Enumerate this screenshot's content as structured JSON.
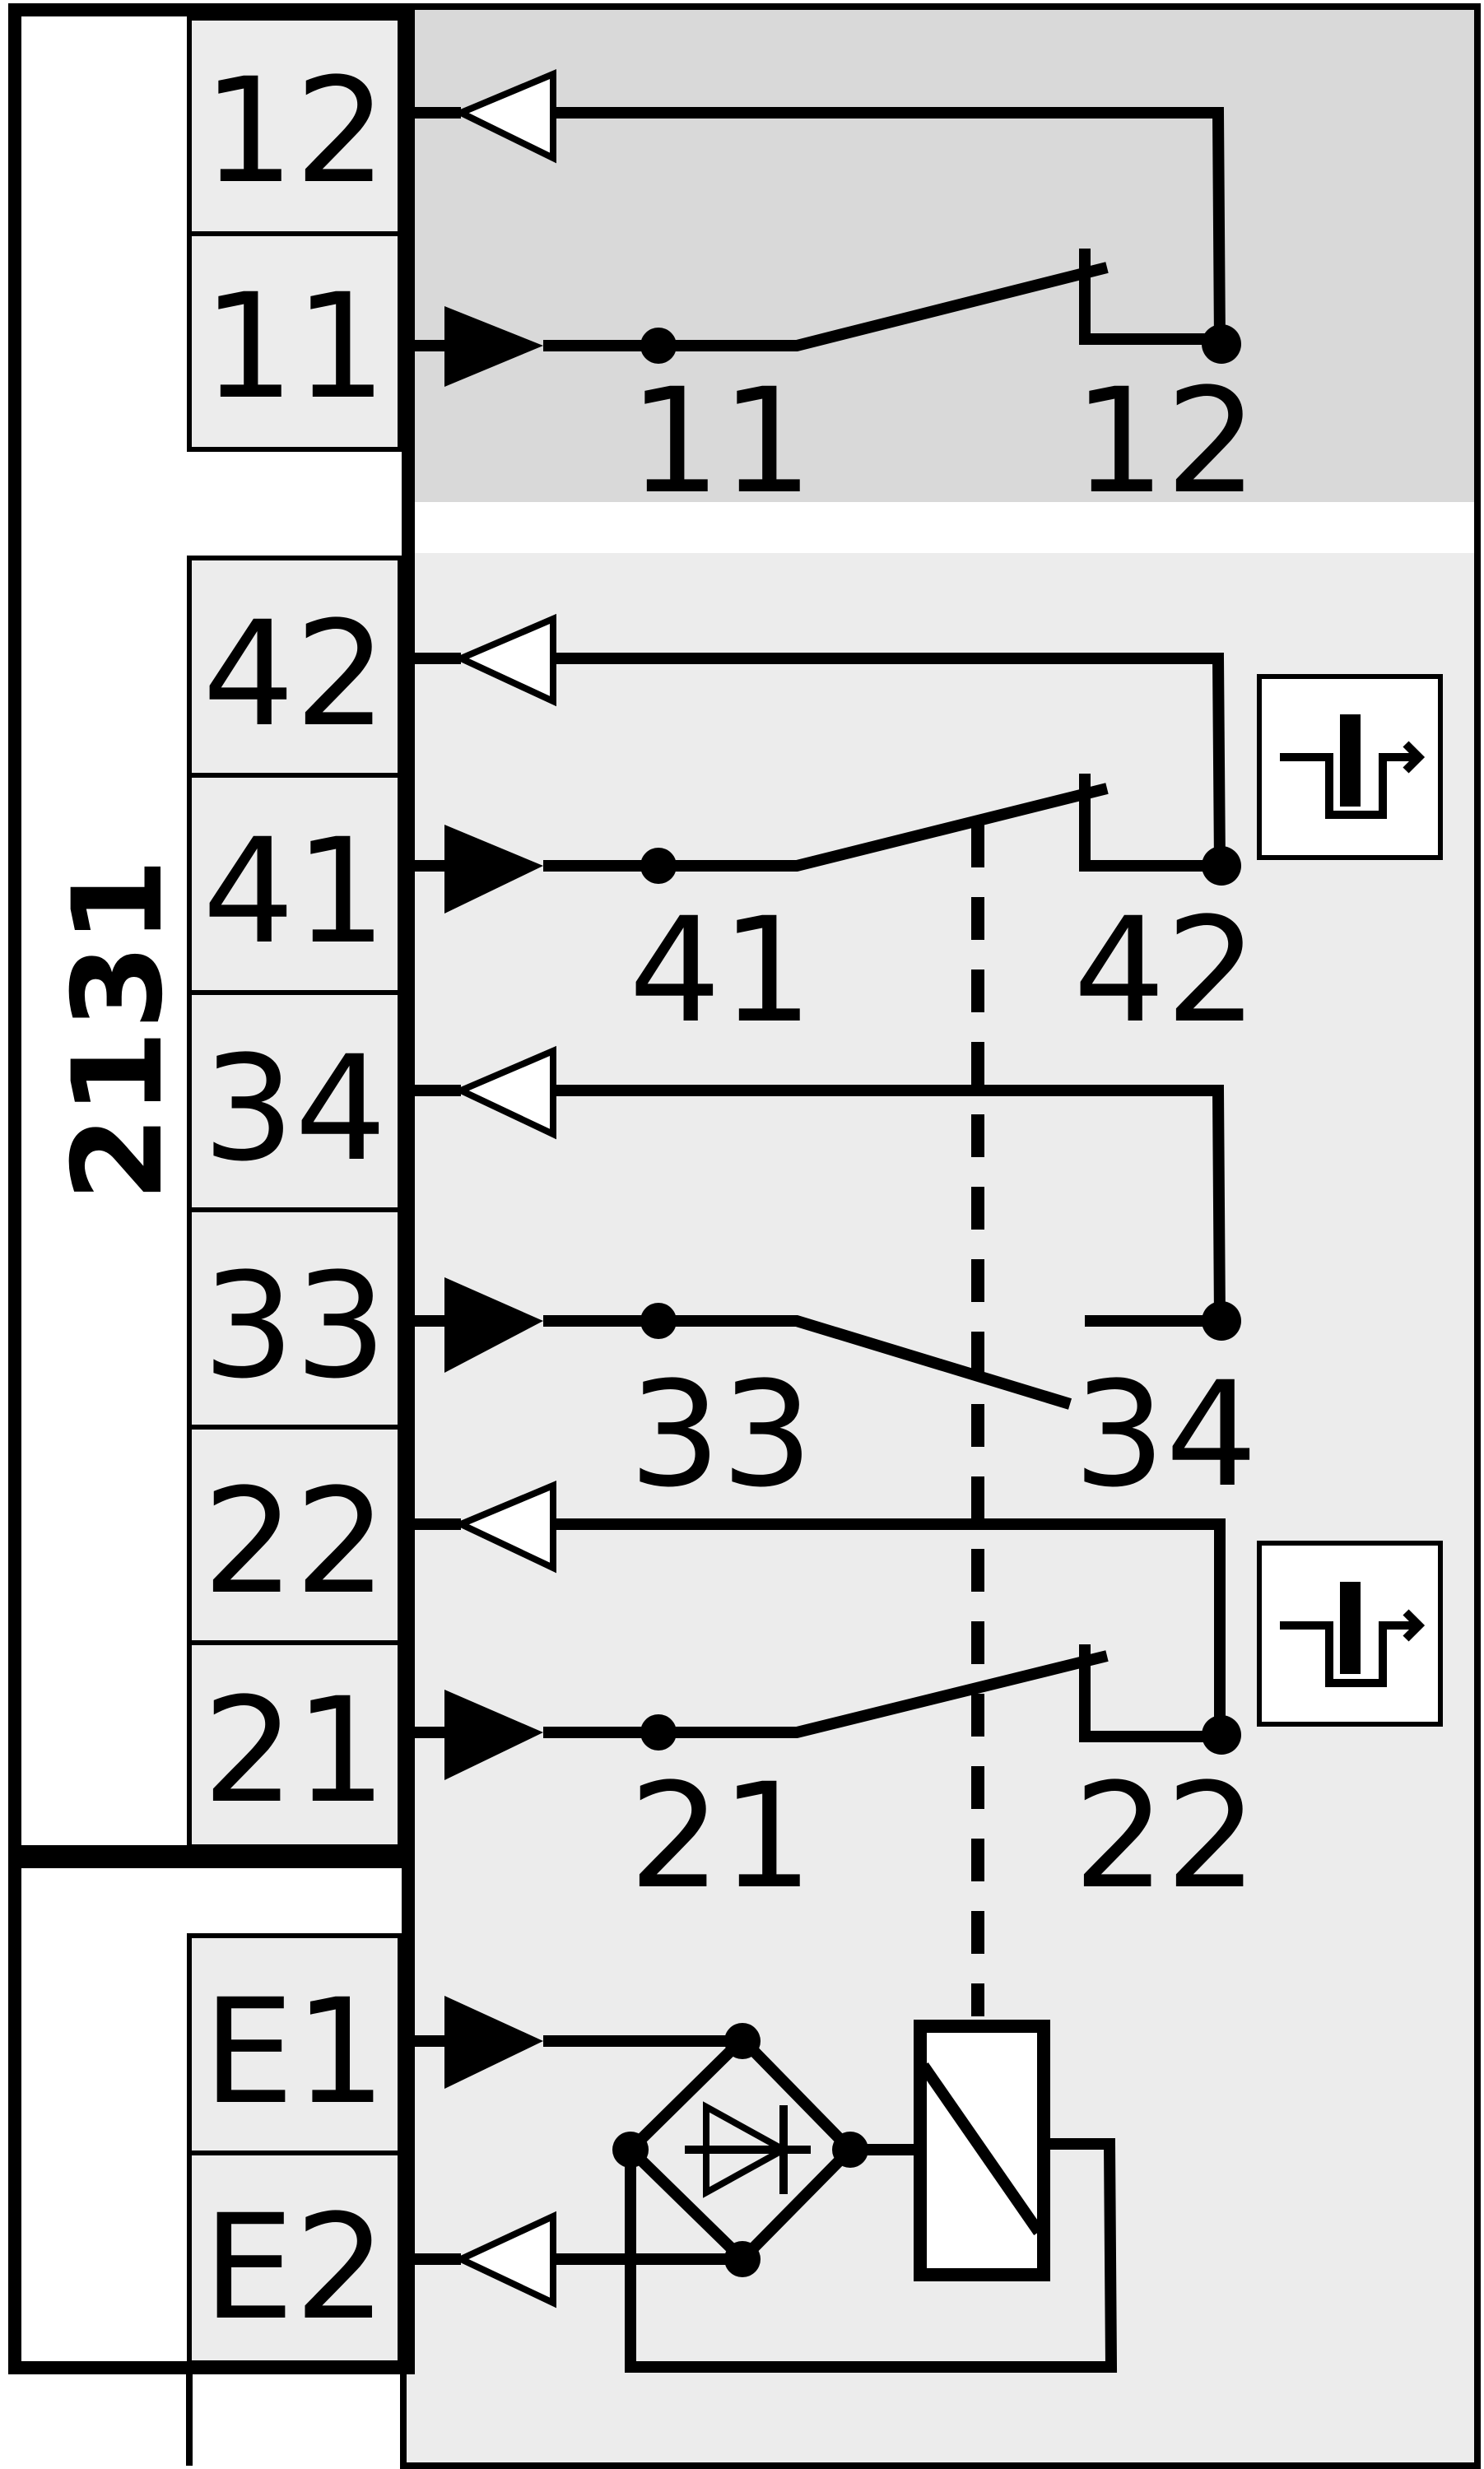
{
  "device_number": "2131",
  "terminals": [
    "12",
    "11",
    "42",
    "41",
    "34",
    "33",
    "22",
    "21",
    "E1",
    "E2"
  ],
  "contacts": [
    {
      "from": "11",
      "to": "12",
      "kind": "NC"
    },
    {
      "from": "41",
      "to": "42",
      "kind": "NC",
      "symbol": "delayed-release-icon"
    },
    {
      "from": "33",
      "to": "34",
      "kind": "NO"
    },
    {
      "from": "21",
      "to": "22",
      "kind": "NC",
      "symbol": "delayed-release-icon"
    }
  ],
  "coil": {
    "inputs": [
      "E1",
      "E2"
    ],
    "rectifier": "bridge-rectifier-icon",
    "symbol": "relay-coil-icon"
  },
  "colors": {
    "line": "#000000",
    "terminal_fill": "#ececec",
    "upper_section": "#d9d9d9",
    "lower_section": "#ececec",
    "background": "#ffffff"
  }
}
